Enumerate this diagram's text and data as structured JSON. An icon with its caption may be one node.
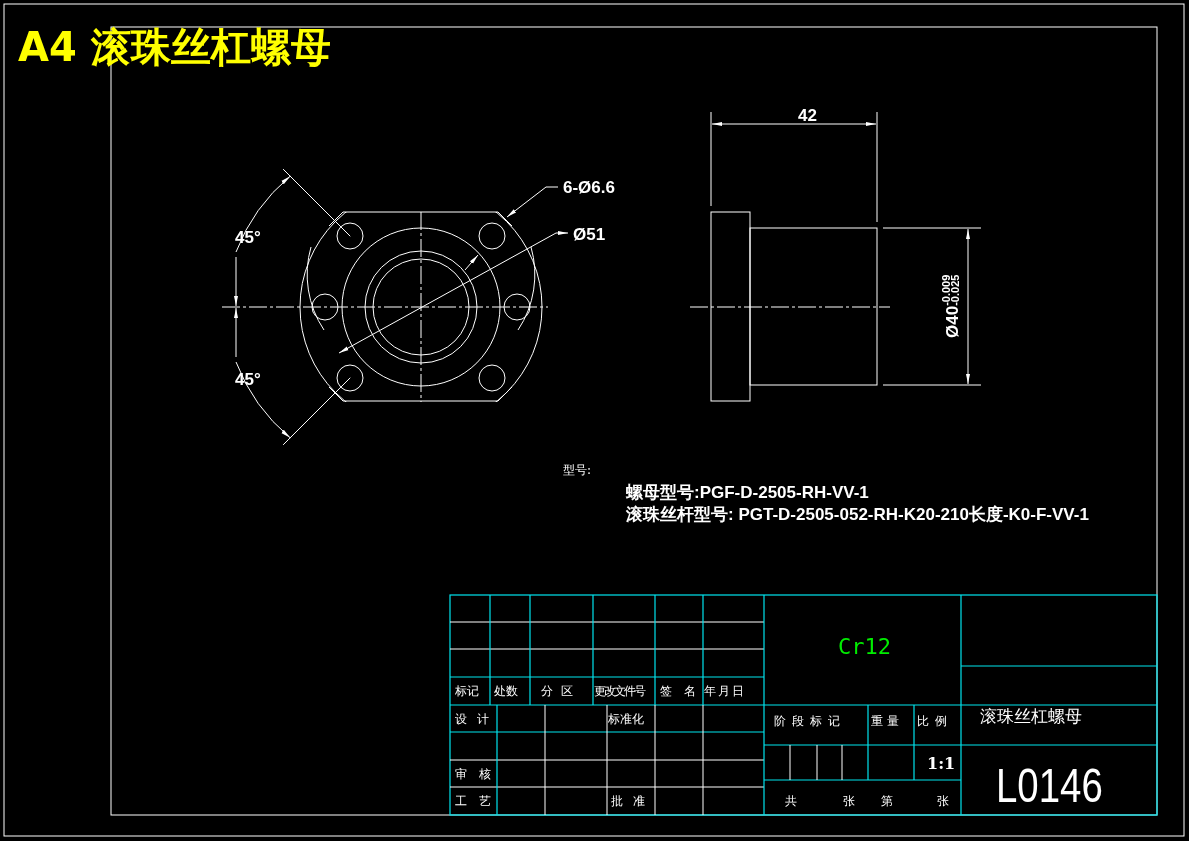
{
  "diagram": {
    "title": "A4 滚珠丝杠螺母",
    "labels": [
      "42",
      "6-Ø6.6",
      "45°",
      "Ø51",
      "Ø40$^{-0.009}$$_{-0.025}$",
      "45°",
      "型号:",
      "螺母型号:PGF-D-2505-RH-VV-1",
      "滚珠丝杆型号: PGT-D-2505-052-RH-K20-210长度-K0-F-VV-1",
      "Cr12",
      "标记",
      "处数",
      "分区",
      "更改文件号",
      "签名",
      "年月日",
      "设计",
      "标准化",
      "阶段标记",
      "重量",
      "比例",
      "滚珠丝杠螺母",
      "1:1",
      "L0146",
      "审核",
      "工艺",
      "批准",
      "共",
      "张",
      "第",
      "张"
    ]
  }
}
